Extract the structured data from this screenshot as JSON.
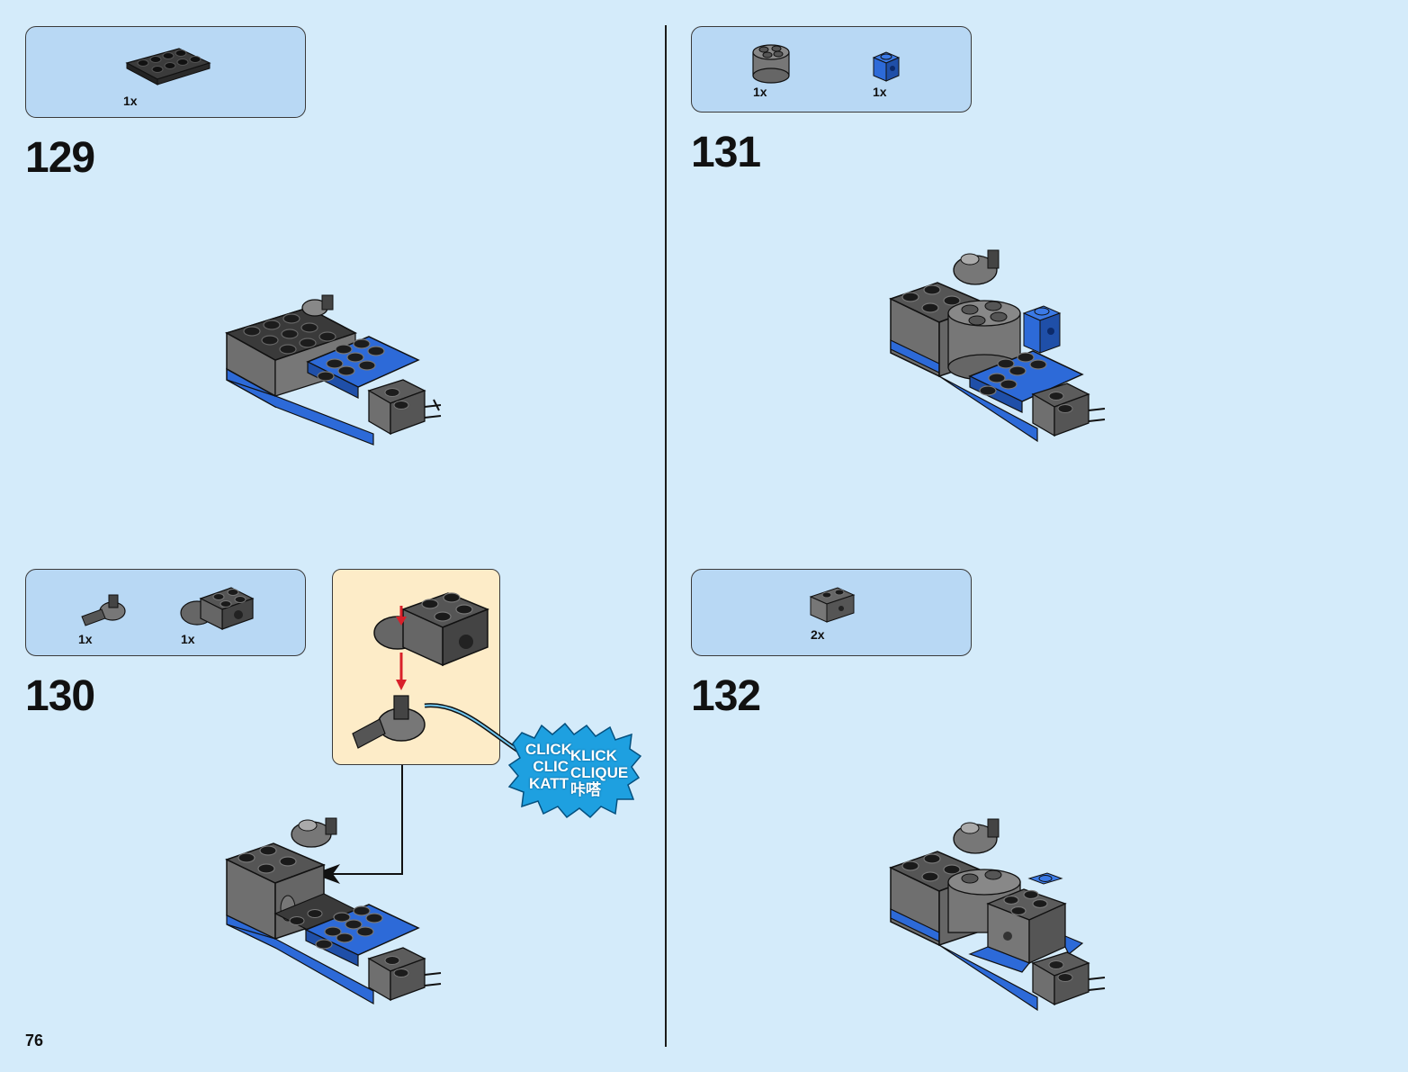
{
  "page_number": "76",
  "steps": [
    {
      "number": "129",
      "parts": [
        {
          "qty": "1x",
          "icon": "black-plate-2x4-technic-icon"
        }
      ]
    },
    {
      "number": "130",
      "parts": [
        {
          "qty": "1x",
          "icon": "gray-turntable-axle-icon"
        },
        {
          "qty": "1x",
          "icon": "gray-brick-2x2-round-end-icon"
        }
      ]
    },
    {
      "number": "131",
      "parts": [
        {
          "qty": "1x",
          "icon": "gray-round-brick-2x2-icon"
        },
        {
          "qty": "1x",
          "icon": "blue-brick-1x1-stud-icon"
        }
      ]
    },
    {
      "number": "132",
      "parts": [
        {
          "qty": "2x",
          "icon": "gray-technic-brick-1x2-icon"
        }
      ]
    }
  ],
  "click_words": {
    "left": [
      "CLICK",
      "CLIC",
      "KATT"
    ],
    "right": [
      "KLICK",
      "CLIQUE",
      "咔嗒"
    ]
  },
  "colors": {
    "background": "#d4ebfa",
    "parts_box": "#b8d8f4",
    "callout": "#fdecc8",
    "burst": "#1ea0e0",
    "lego_blue": "#2d6ad8",
    "lego_gray": "#6f6f6f",
    "lego_black": "#2a2a2a",
    "arrow_red": "#d8202a"
  }
}
